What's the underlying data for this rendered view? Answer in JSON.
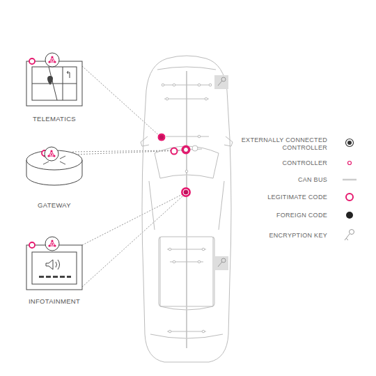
{
  "diagram": {
    "nodes": [
      {
        "text": [
          "TELEMATICS"
        ]
      },
      {
        "text": [
          "GATEWAY"
        ]
      },
      {
        "text": [
          "INFOTAINMENT"
        ]
      }
    ],
    "legend": [
      {
        "text": "EXTERNALLY CONNECTED CONTROLLER"
      },
      {
        "text": "CONTROLLER"
      },
      {
        "text": "CAN BUS"
      },
      {
        "text": "LEGITIMATE CODE"
      },
      {
        "text": "FOREIGN CODE"
      },
      {
        "text": "ENCRYPTION KEY"
      }
    ]
  }
}
